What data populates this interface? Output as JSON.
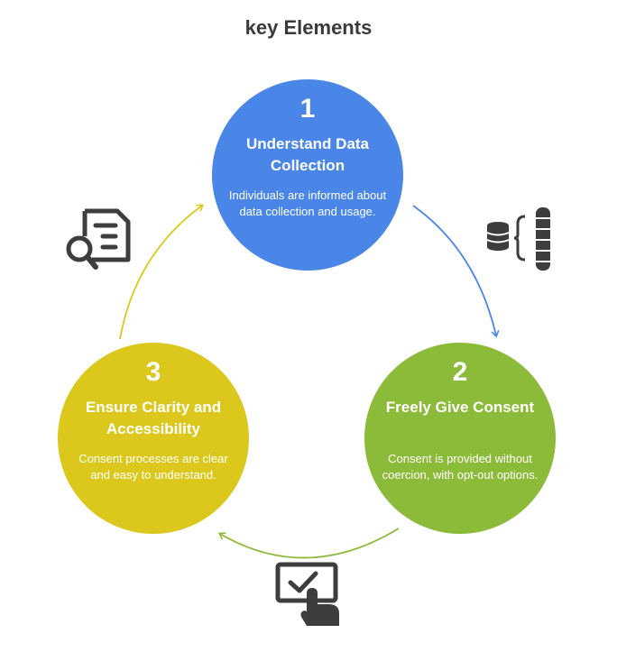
{
  "title": "key Elements",
  "steps": [
    {
      "number": "1",
      "heading": "Understand Data Collection",
      "description": "Individuals are informed about data collection and usage.",
      "color": "#4a86e8",
      "icon": "database-icon"
    },
    {
      "number": "2",
      "heading": "Freely Give Consent",
      "description": "Consent is provided without coercion, with opt-out options.",
      "color": "#8cbb3a",
      "icon": "touch-checkbox-icon"
    },
    {
      "number": "3",
      "heading": "Ensure Clarity and Accessibility",
      "description": "Consent processes are clear and easy to understand.",
      "color": "#dcc81c",
      "icon": "document-search-icon"
    }
  ]
}
